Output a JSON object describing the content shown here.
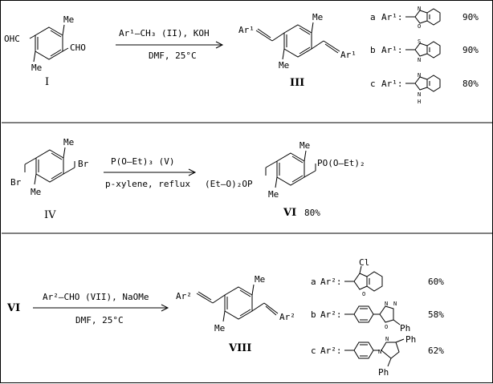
{
  "scheme1": {
    "start_compound": "I",
    "start_left_group": "OHC",
    "start_right_group": "CHO",
    "me": "Me",
    "reagent_top": "Ar¹—CH₃ (II), KOH",
    "reagent_bottom": "DMF, 25°C",
    "product": "III",
    "ar_label": "Ar¹",
    "options": [
      {
        "letter": "a",
        "label": "Ar¹:",
        "hetero": "N",
        "hetero2": "O",
        "yield": "90%"
      },
      {
        "letter": "b",
        "label": "Ar¹:",
        "hetero": "N",
        "hetero2": "S",
        "yield": "90%"
      },
      {
        "letter": "c",
        "label": "Ar¹:",
        "hetero": "N",
        "hetero2": "N\nH",
        "yield": "80%"
      }
    ]
  },
  "scheme2": {
    "start_compound": "IV",
    "br": "Br",
    "me": "Me",
    "reagent_top": "P(O—Et)₃  (V)",
    "reagent_bottom": "p-xylene, reflux",
    "product_left_group": "(Et—O)₂OP",
    "product_right_group": "PO(O—Et)₂",
    "product": "VI",
    "product_yield": "80%"
  },
  "scheme3": {
    "start_compound": "VI",
    "reagent_top": "Ar²—CHO  (VII), NaOMe",
    "reagent_bottom": "DMF, 25°C",
    "product": "VIII",
    "ar_label": "Ar²",
    "me": "Me",
    "options": [
      {
        "letter": "a",
        "label": "Ar²:",
        "substituent": "Cl",
        "yield": "60%"
      },
      {
        "letter": "b",
        "label": "Ar²:",
        "substituent": "Ph",
        "yield": "58%"
      },
      {
        "letter": "c",
        "label": "Ar²:",
        "substituent": "Ph",
        "yield": "62%"
      }
    ]
  }
}
